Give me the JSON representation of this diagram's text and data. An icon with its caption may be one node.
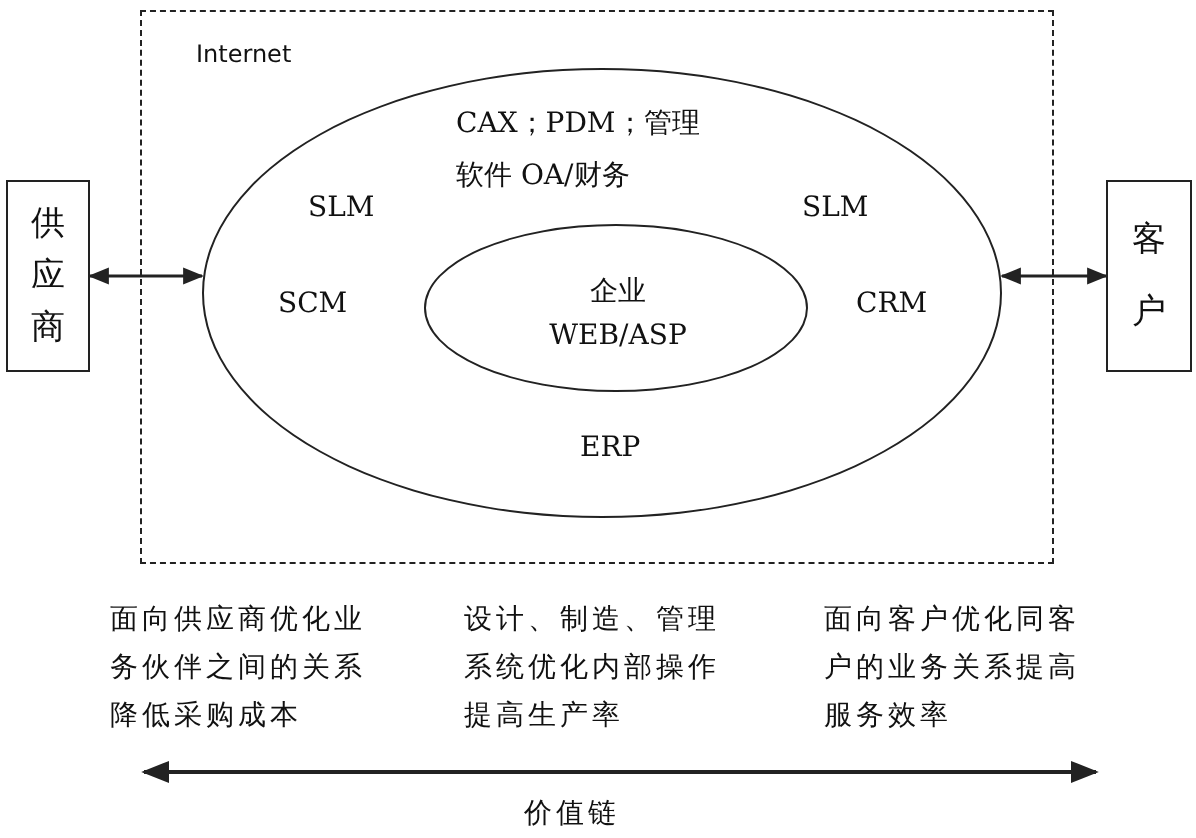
{
  "diagram": {
    "nodes": [
      {
        "text": [
          "供应商"
        ]
      },
      {
        "text": [
          "Internet"
        ]
      },
      {
        "text": [
          "CAX；PDM；管理软件 OA/财务",
          "SLM",
          "SLM",
          "SCM",
          "CRM",
          "ERP"
        ],
        "in": 1
      },
      {
        "text": [
          "企业 WEB/ASP"
        ],
        "in": 2
      },
      {
        "text": [
          "客户"
        ]
      }
    ],
    "edges": [
      {
        "from": 0,
        "to": 2,
        "arrow": "both"
      },
      {
        "from": 4,
        "to": 2,
        "arrow": "both"
      }
    ],
    "labels": [
      "面向供应商优化业务伙伴之间的关系降低采购成本",
      "设计、制造、管理系统优化内部操作提高生产率",
      "面向客户优化同客户的业务关系提高服务效率",
      "价值链"
    ]
  }
}
